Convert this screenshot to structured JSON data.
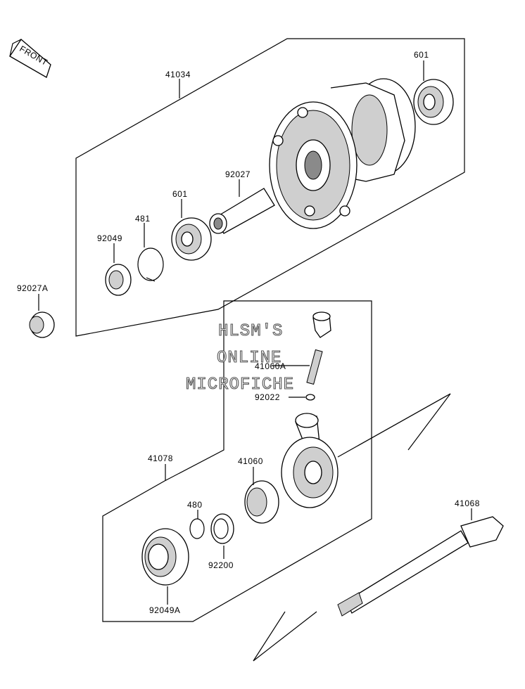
{
  "diagram": {
    "front_label": "FRONT",
    "part_numbers": {
      "p41034": "41034",
      "p601_top": "601",
      "p92027": "92027",
      "p601_left": "601",
      "p481": "481",
      "p92049": "92049",
      "p92027A": "92027A",
      "p41060A": "41060A",
      "p92022": "92022",
      "p41078": "41078",
      "p41060": "41060",
      "p480": "480",
      "p92200": "92200",
      "p92049A": "92049A",
      "p41068": "41068"
    },
    "watermark": {
      "line1": "HLSM'S",
      "line2": "ONLINE",
      "line3": "MICROFICHE"
    }
  }
}
